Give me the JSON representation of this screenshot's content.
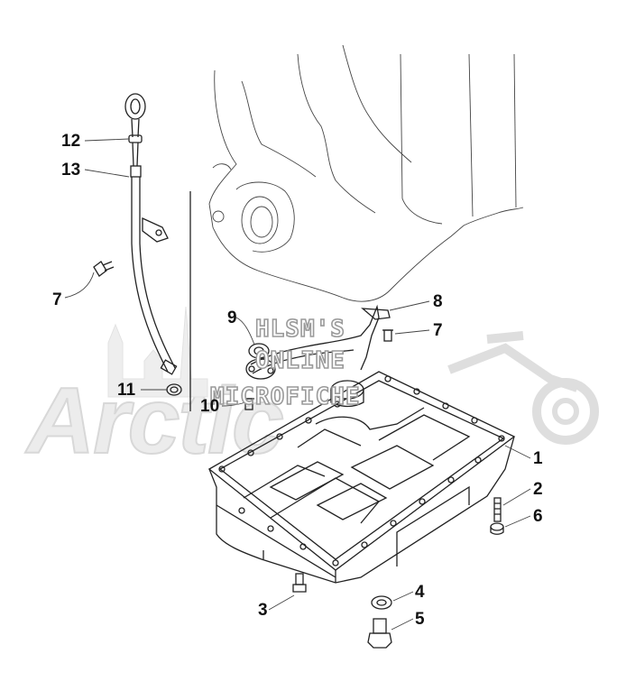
{
  "diagram": {
    "callouts": {
      "p1": "1",
      "p2": "2",
      "p3": "3",
      "p4": "4",
      "p5": "5",
      "p6": "6",
      "p7a": "7",
      "p7b": "7",
      "p8": "8",
      "p9": "9",
      "p10": "10",
      "p11": "11",
      "p12": "12",
      "p13": "13"
    },
    "watermark": {
      "line1": "HLSM'S",
      "line2": "ONLINE",
      "line3": "MICROFICHE",
      "brand": "Arctic"
    }
  }
}
